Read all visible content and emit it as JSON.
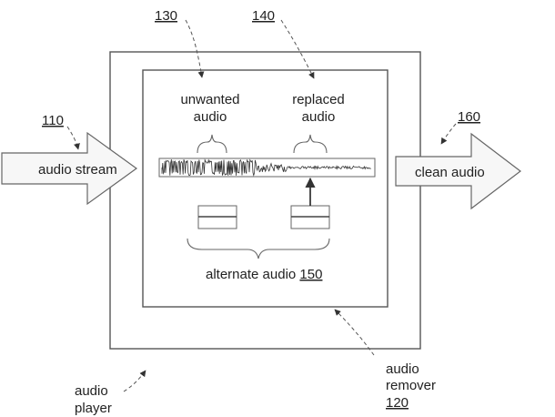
{
  "labels": {
    "ref_130": "130",
    "ref_140": "140",
    "ref_110": "110",
    "ref_160": "160",
    "ref_120": "120",
    "ref_150": "150",
    "unwanted_line1": "unwanted",
    "unwanted_line2": "audio",
    "replaced_line1": "replaced",
    "replaced_line2": "audio",
    "audio_stream": "audio stream",
    "clean_audio": "clean audio",
    "alternate_audio": "alternate audio",
    "remover_line1": "audio",
    "remover_line2": "remover",
    "player_line1": "audio",
    "player_line2": "player"
  },
  "colors": {
    "line": "#555555",
    "waveform": "#333333",
    "arrow_fill": "#f7f7f7"
  }
}
